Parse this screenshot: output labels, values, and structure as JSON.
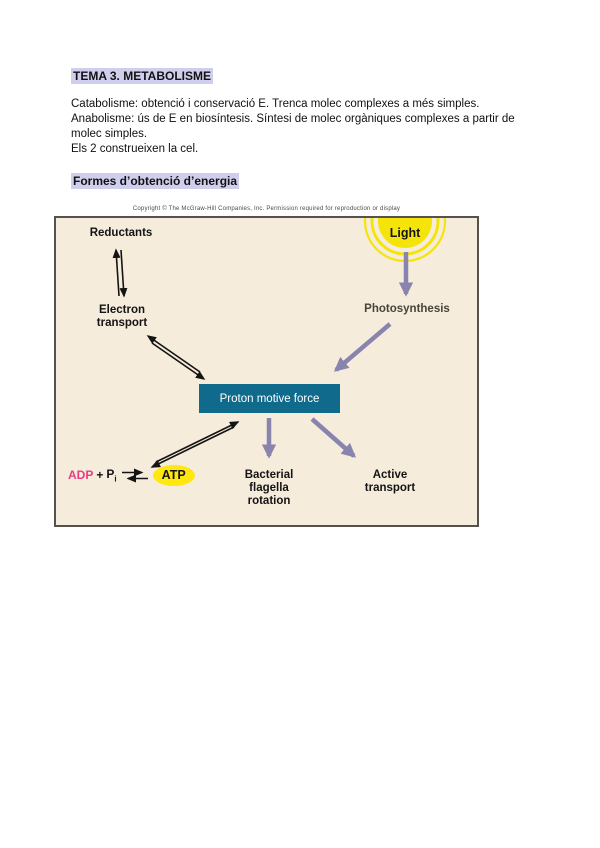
{
  "doc": {
    "title": "TEMA 3. METABOLISME",
    "paragraph_lines": [
      "Catabolisme: obtenció i conservació E. Trenca molec complexes a més simples.",
      "Anabolisme: ús de E en biosíntesis. Síntesi de molec orgàniques complexes a partir de",
      "molec simples.",
      "Els 2 construeixen la cel."
    ],
    "subtitle": "Formes d’obtenció d’energia"
  },
  "figure": {
    "copyright": "Copyright © The McGraw-Hill Companies, Inc. Permission required for reproduction or display",
    "labels": {
      "reductants": "Reductants",
      "light": "Light",
      "electron_transport": "Electron\ntransport",
      "photosynthesis": "Photosynthesis",
      "proton_motive_force": "Proton motive force",
      "bacterial_flagella": "Bacterial\nflagella\nrotation",
      "active_transport": "Active\ntransport",
      "adp": "ADP",
      "plus": "+",
      "p": "P",
      "p_subscript": "i",
      "atp": "ATP"
    },
    "colors": {
      "diagram_background": "#f5ecdc",
      "diagram_border": "#55524e",
      "pmf_box_teal": "#0f6a8c",
      "arrow_purple": "#8884ae",
      "sun_yellow": "#f5e40a",
      "atp_yellow": "#ffe70f",
      "adp_magenta": "#e93b84",
      "heading_highlight": "#cfcfed"
    }
  }
}
